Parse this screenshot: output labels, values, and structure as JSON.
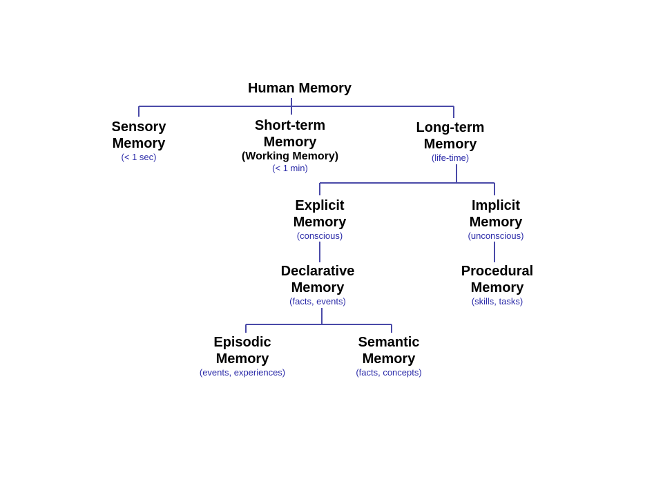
{
  "line_color": "#4a4aa8",
  "note_color": "#2a2aa8",
  "nodes": {
    "root": {
      "title": [
        "Human Memory"
      ],
      "sub": "",
      "note": ""
    },
    "sensory": {
      "title": [
        "Sensory",
        "Memory"
      ],
      "sub": "",
      "note": "(< 1 sec)"
    },
    "short_term": {
      "title": [
        "Short-term",
        "Memory"
      ],
      "sub": "(Working Memory)",
      "note": "(< 1 min)"
    },
    "long_term": {
      "title": [
        "Long-term",
        "Memory"
      ],
      "sub": "",
      "note": "(life-time)"
    },
    "explicit": {
      "title": [
        "Explicit",
        "Memory"
      ],
      "sub": "",
      "note": "(conscious)"
    },
    "implicit": {
      "title": [
        "Implicit",
        "Memory"
      ],
      "sub": "",
      "note": "(unconscious)"
    },
    "declarative": {
      "title": [
        "Declarative",
        "Memory"
      ],
      "sub": "",
      "note": "(facts, events)"
    },
    "procedural": {
      "title": [
        "Procedural",
        "Memory"
      ],
      "sub": "",
      "note": "(skills, tasks)"
    },
    "episodic": {
      "title": [
        "Episodic",
        "Memory"
      ],
      "sub": "",
      "note": "(events, experiences)"
    },
    "semantic": {
      "title": [
        "Semantic",
        "Memory"
      ],
      "sub": "",
      "note": "(facts, concepts)"
    }
  },
  "edges": [
    [
      "root",
      "sensory"
    ],
    [
      "root",
      "short_term"
    ],
    [
      "root",
      "long_term"
    ],
    [
      "long_term",
      "explicit"
    ],
    [
      "long_term",
      "implicit"
    ],
    [
      "explicit",
      "declarative"
    ],
    [
      "implicit",
      "procedural"
    ],
    [
      "declarative",
      "episodic"
    ],
    [
      "declarative",
      "semantic"
    ]
  ]
}
